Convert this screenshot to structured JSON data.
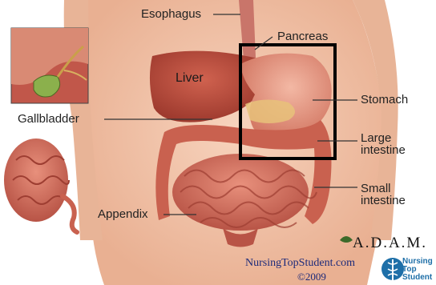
{
  "labels": {
    "esophagus": "Esophagus",
    "pancreas": "Pancreas",
    "liver": "Liver",
    "stomach": "Stomach",
    "gallbladder": "Gallbladder",
    "large_intestine": [
      "Large",
      "intestine"
    ],
    "small_intestine": [
      "Small",
      "intestine"
    ],
    "appendix": "Appendix"
  },
  "brand": {
    "adam": "A.D.A.M.",
    "site": "NursingTopStudent.com",
    "copyright": "©2009",
    "logo_lines": [
      "Nursing",
      "Top",
      "Student"
    ]
  },
  "colors": {
    "skin": "#f2c2a6",
    "liver": "#b8483a",
    "stomach": "#e49a86",
    "intestine": "#d06a5a",
    "highlight_box": "#000000",
    "link_text": "#1c2a7a",
    "logo": "#1e6fa8"
  },
  "icons": {
    "adam_logo": "adam-leaf-icon",
    "nts_logo": "caduceus-icon"
  }
}
